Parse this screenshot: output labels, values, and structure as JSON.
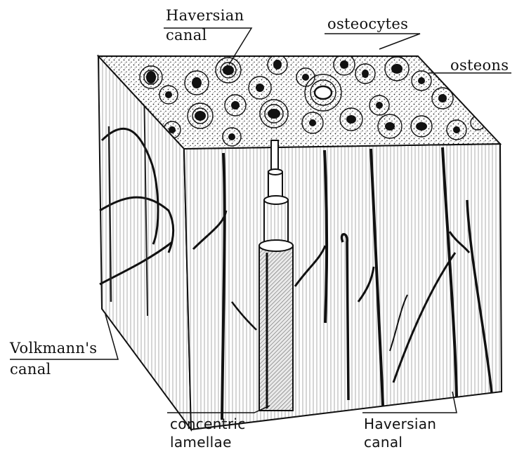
{
  "labels": {
    "haversian_top_line1": "Haversian",
    "haversian_top_line2": "canal",
    "osteocytes": "osteocytes",
    "osteons": "osteons",
    "volkmann_line1": "Volkmann's",
    "volkmann_line2": "canal",
    "concentric_line1": "concentric",
    "concentric_line2": "lamellae",
    "haversian_bottom_line1": "Haversian",
    "haversian_bottom_line2": "canal"
  }
}
